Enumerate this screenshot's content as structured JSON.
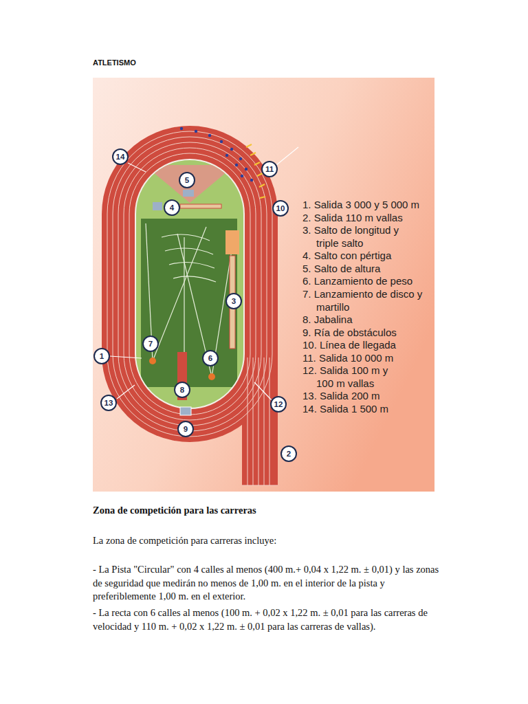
{
  "diagram": {
    "title": "ATLETISMO",
    "nodes": [
      {
        "text": [
          "14"
        ]
      },
      {
        "text": [
          "5"
        ]
      },
      {
        "text": [
          "11"
        ]
      },
      {
        "text": [
          "4"
        ]
      },
      {
        "text": [
          "10"
        ]
      },
      {
        "text": [
          "3"
        ]
      },
      {
        "text": [
          "7"
        ]
      },
      {
        "text": [
          "1"
        ]
      },
      {
        "text": [
          "6"
        ]
      },
      {
        "text": [
          "8"
        ]
      },
      {
        "text": [
          "13"
        ]
      },
      {
        "text": [
          "12"
        ]
      },
      {
        "text": [
          "9"
        ]
      },
      {
        "text": [
          "2"
        ]
      }
    ],
    "labels": [
      "1. Salida 3 000 y 5 000 m",
      "2. Salida 110 m vallas",
      "3. Salto de longitud y triple salto",
      "4. Salto con pértiga",
      "5. Salto de altura",
      "6. Lanzamiento de peso",
      "7. Lanzamiento de disco y martillo",
      "8. Jabalina",
      "9. Ría de obstáculos",
      "10. Línea de llegada",
      "11. Salida 10 000 m",
      "12. Salida 100 m y 100 m vallas",
      "13. Salida 200 m",
      "14. Salida 1 500 m",
      "Zona de competición para las carreras",
      "La zona de competición para carreras incluye:",
      "- La Pista \"Circular\" con 4 calles al menos (400 m.+ 0,04 x 1,22 m. ± 0,01) y las zonas de seguridad que medirán no menos de 1,00 m. en el interior de la pista y preferiblemente 1,00 m. en el exterior.",
      "- La recta con 6 calles al menos (100 m. + 0,02 x 1,22 m. ± 0,01 para las carreras de velocidad y 110 m. + 0,02 x 1,22 m. ± 0,01 para las carreras de vallas)."
    ]
  }
}
